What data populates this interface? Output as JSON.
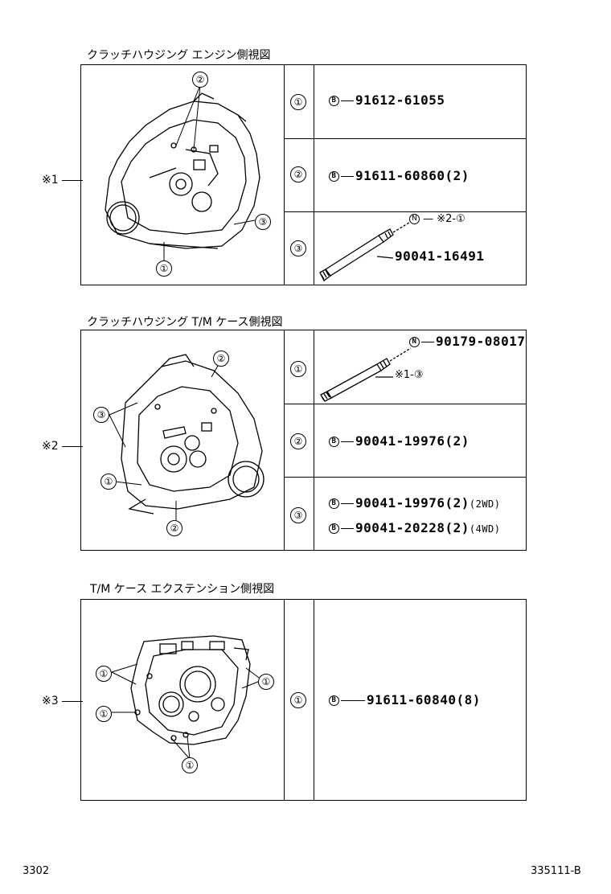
{
  "sections": [
    {
      "caption": "クラッチハウジング エンジン側視図",
      "side_label": "※1",
      "drawing_callouts": [
        "②",
        "③",
        "①"
      ],
      "rows": [
        {
          "index": "①",
          "symbol": "B",
          "part": "91612-61055",
          "qty": ""
        },
        {
          "index": "②",
          "symbol": "B",
          "part": "91611-60860",
          "qty": "(2)"
        },
        {
          "index": "③",
          "symbol": "N",
          "note": "※2-①",
          "part": "90041-16491",
          "qty": ""
        }
      ]
    },
    {
      "caption": "クラッチハウジング T/M ケース側視図",
      "side_label": "※2",
      "drawing_callouts": [
        "②",
        "③",
        "①",
        "②"
      ],
      "rows": [
        {
          "index": "①",
          "symbol": "N",
          "part": "90179-08017",
          "note": "※1-③",
          "qty": ""
        },
        {
          "index": "②",
          "symbol": "B",
          "part": "90041-19976",
          "qty": "(2)"
        },
        {
          "index": "③",
          "symbol": "B",
          "part": "90041-19976",
          "qty": "(2)",
          "suffix": "(2WD)",
          "symbol2": "B",
          "part2": "90041-20228",
          "qty2": "(2)",
          "suffix2": "(4WD)"
        }
      ]
    },
    {
      "caption": "T/M ケース エクステンション側視図",
      "side_label": "※3",
      "drawing_callouts": [
        "①",
        "①",
        "①",
        "①"
      ],
      "rows": [
        {
          "index": "①",
          "symbol": "B",
          "part": "91611-60840",
          "qty": "(8)"
        }
      ]
    }
  ],
  "footer": {
    "left": "3302",
    "right": "335111-B"
  }
}
